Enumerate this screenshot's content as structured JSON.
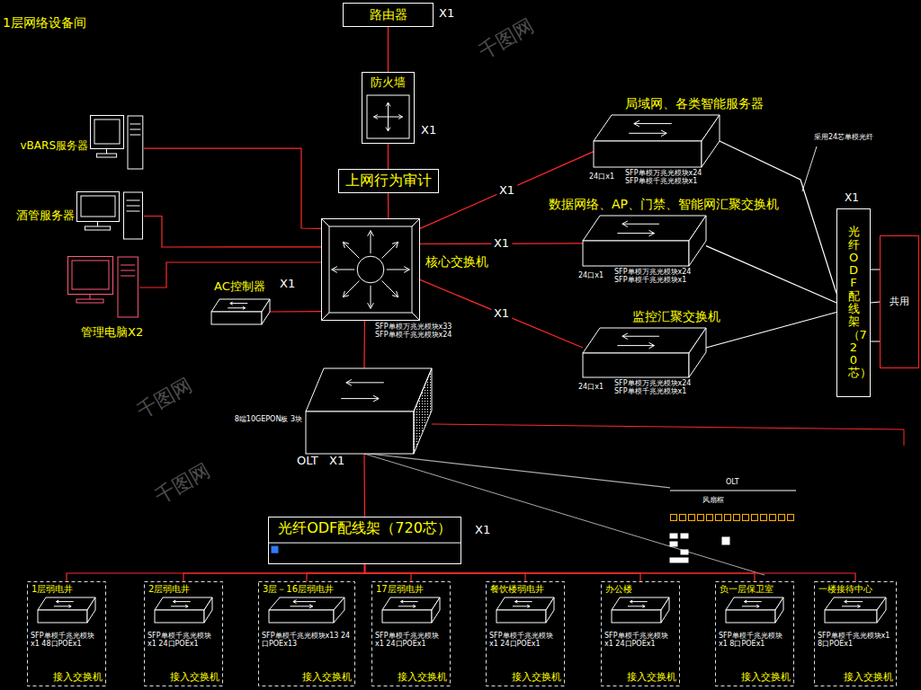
{
  "diagram": {
    "title": "1层网络设备间",
    "nodes": [
      {
        "text": [
          "路由器"
        ]
      },
      {
        "text": [
          "防火墙"
        ]
      },
      {
        "text": [
          "上网行为审计"
        ]
      },
      {
        "text": [
          "核心交换机",
          "SFP单模万兆光模块x33 SFP单模千兆光模块x24"
        ]
      },
      {
        "text": [
          "vBARS服务器"
        ]
      },
      {
        "text": [
          "酒管服务器"
        ]
      },
      {
        "text": [
          "管理电脑X2"
        ]
      },
      {
        "text": [
          "AC控制器"
        ]
      },
      {
        "text": [
          "局域网、各类智能服务器",
          "24口x1",
          "SFP单模万兆光模块x24 SFP单模千兆光模块x1"
        ]
      },
      {
        "text": [
          "数据网络、AP、门禁、智能网汇聚交换机",
          "24口x1",
          "SFP单模万兆光模块x24 SFP单模千兆光模块x1"
        ]
      },
      {
        "text": [
          "监控汇聚交换机",
          "24口x1",
          "SFP单模万兆光模块x24 SFP单模千兆光模块x1"
        ]
      },
      {
        "text": [
          "光纤ODF配线架（720芯）"
        ]
      },
      {
        "text": [
          "共用"
        ]
      },
      {
        "text": [
          "8端10GEPON板 3块",
          "OLT"
        ]
      },
      {
        "text": [
          "OLT",
          "风扇框"
        ]
      },
      {
        "text": [
          "光纤ODF配线架（720芯）"
        ]
      },
      {
        "text": [
          "1层弱电井",
          "SFP单模千兆光模块x1 48口POEx1",
          "接入交换机"
        ]
      },
      {
        "text": [
          "2层弱电井",
          "SFP单模千兆光模块x1 24口POEx1",
          "接入交换机"
        ]
      },
      {
        "text": [
          "3层－16层弱电井",
          "SFP单模千兆光模块x13 24口POEx13",
          "接入交换机"
        ]
      },
      {
        "text": [
          "17层弱电井",
          "SFP单模千兆光模块x1 24口POEx1",
          "接入交换机"
        ]
      },
      {
        "text": [
          "餐饮楼弱电井",
          "SFP单模千兆光模块x1 24口POEx1",
          "接入交换机"
        ]
      },
      {
        "text": [
          "办公楼",
          "SFP单模千兆光模块x1 24口POEx1",
          "接入交换机"
        ]
      },
      {
        "text": [
          "负一层保卫室",
          "SFP单模千兆光模块x1 8口POEx1",
          "接入交换机"
        ]
      },
      {
        "text": [
          "一楼接待中心",
          "SFP单模千兆光模块x1 8口POEx1",
          "接入交换机"
        ]
      }
    ],
    "edges": [
      {
        "from": 0,
        "to": 1,
        "arrow": "none"
      },
      {
        "from": 1,
        "to": 2,
        "arrow": "none"
      },
      {
        "from": 2,
        "to": 3,
        "arrow": "none"
      },
      {
        "from": 4,
        "to": 3,
        "arrow": "none"
      },
      {
        "from": 5,
        "to": 3,
        "arrow": "none"
      },
      {
        "from": 6,
        "to": 3,
        "arrow": "none"
      },
      {
        "from": 7,
        "to": 3,
        "arrow": "none"
      },
      {
        "from": 3,
        "to": 8,
        "label": "X1",
        "arrow": "none"
      },
      {
        "from": 3,
        "to": 9,
        "label": "X1",
        "arrow": "none"
      },
      {
        "from": 3,
        "to": 10,
        "label": "X1",
        "arrow": "none"
      },
      {
        "from": 8,
        "to": 11,
        "arrow": "none"
      },
      {
        "from": 9,
        "to": 11,
        "arrow": "none"
      },
      {
        "from": 10,
        "to": 11,
        "arrow": "none"
      },
      {
        "from": 11,
        "to": 12,
        "arrow": "none"
      },
      {
        "from": 3,
        "to": 13,
        "arrow": "none"
      },
      {
        "from": 13,
        "to": 15,
        "arrow": "none"
      },
      {
        "from": 13,
        "to": 14,
        "arrow": "none"
      },
      {
        "from": 15,
        "to": 16,
        "arrow": "none"
      },
      {
        "from": 15,
        "to": 17,
        "arrow": "none"
      },
      {
        "from": 15,
        "to": 18,
        "arrow": "none"
      },
      {
        "from": 15,
        "to": 19,
        "arrow": "none"
      },
      {
        "from": 15,
        "to": 20,
        "arrow": "none"
      },
      {
        "from": 15,
        "to": 21,
        "arrow": "none"
      },
      {
        "from": 15,
        "to": 22,
        "arrow": "none"
      },
      {
        "from": 15,
        "to": 23,
        "arrow": "none"
      }
    ],
    "labels": [
      "X1",
      "X1",
      "X1",
      "X1",
      "X1",
      "X1",
      "采用24芯单模光纤",
      "千图网",
      "千图网",
      "千图网"
    ]
  }
}
